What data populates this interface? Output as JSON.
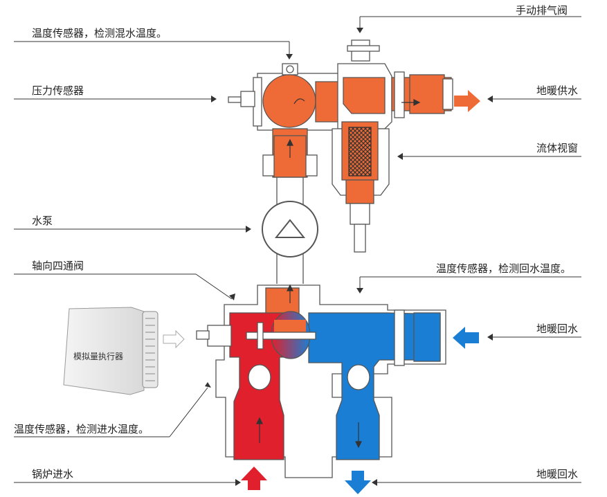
{
  "labels": {
    "manual_air_vent": "手动排气阀",
    "temp_sensor_mix": "温度传感器，检测混水温度。",
    "pressure_sensor": "压力传感器",
    "floor_heating_supply": "地暖供水",
    "flow_window": "流体视窗",
    "water_pump": "水泵",
    "axial_four_way_valve": "轴向四通阀",
    "temp_sensor_return": "温度传感器，检测回水温度。",
    "floor_heating_return_in": "地暖回水",
    "analog_actuator": "模拟量执行器",
    "temp_sensor_inlet": "温度传感器，检测进水温度。",
    "boiler_inlet": "锅炉进水",
    "floor_heating_return_out": "地暖回水"
  },
  "colors": {
    "mix_orange": "#ee6a36",
    "hot_red": "#e0202c",
    "cold_blue": "#1a7fd4",
    "outline": "#555555"
  }
}
